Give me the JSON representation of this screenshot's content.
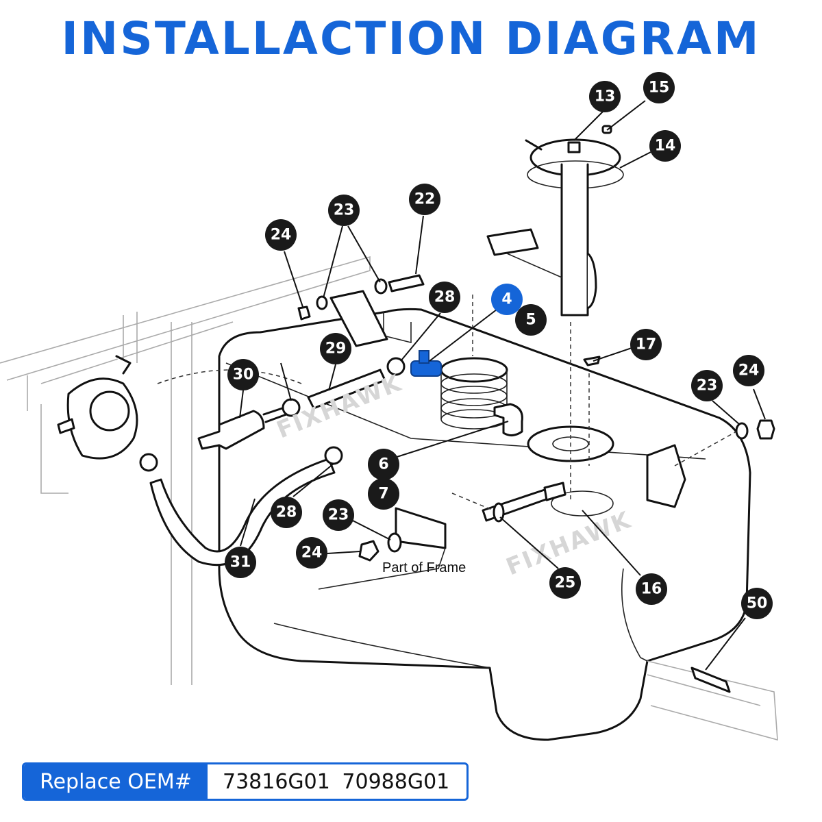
{
  "title": "INSTALLACTION DIAGRAM",
  "colors": {
    "accent": "#1565d8",
    "callout": "#1a1a1a",
    "callout_text": "#ffffff"
  },
  "callouts": [
    "13",
    "15",
    "14",
    "22",
    "23",
    "24",
    "28",
    "4",
    "5",
    "17",
    "29",
    "30",
    "24",
    "23",
    "6",
    "7",
    "28",
    "23",
    "24",
    "31",
    "25",
    "16",
    "50"
  ],
  "highlighted_callout": "4",
  "frame_label": "Part of Frame",
  "watermark": "FIXHAWK",
  "oem": {
    "label": "Replace OEM#",
    "values": "73816G01  70988G01"
  }
}
